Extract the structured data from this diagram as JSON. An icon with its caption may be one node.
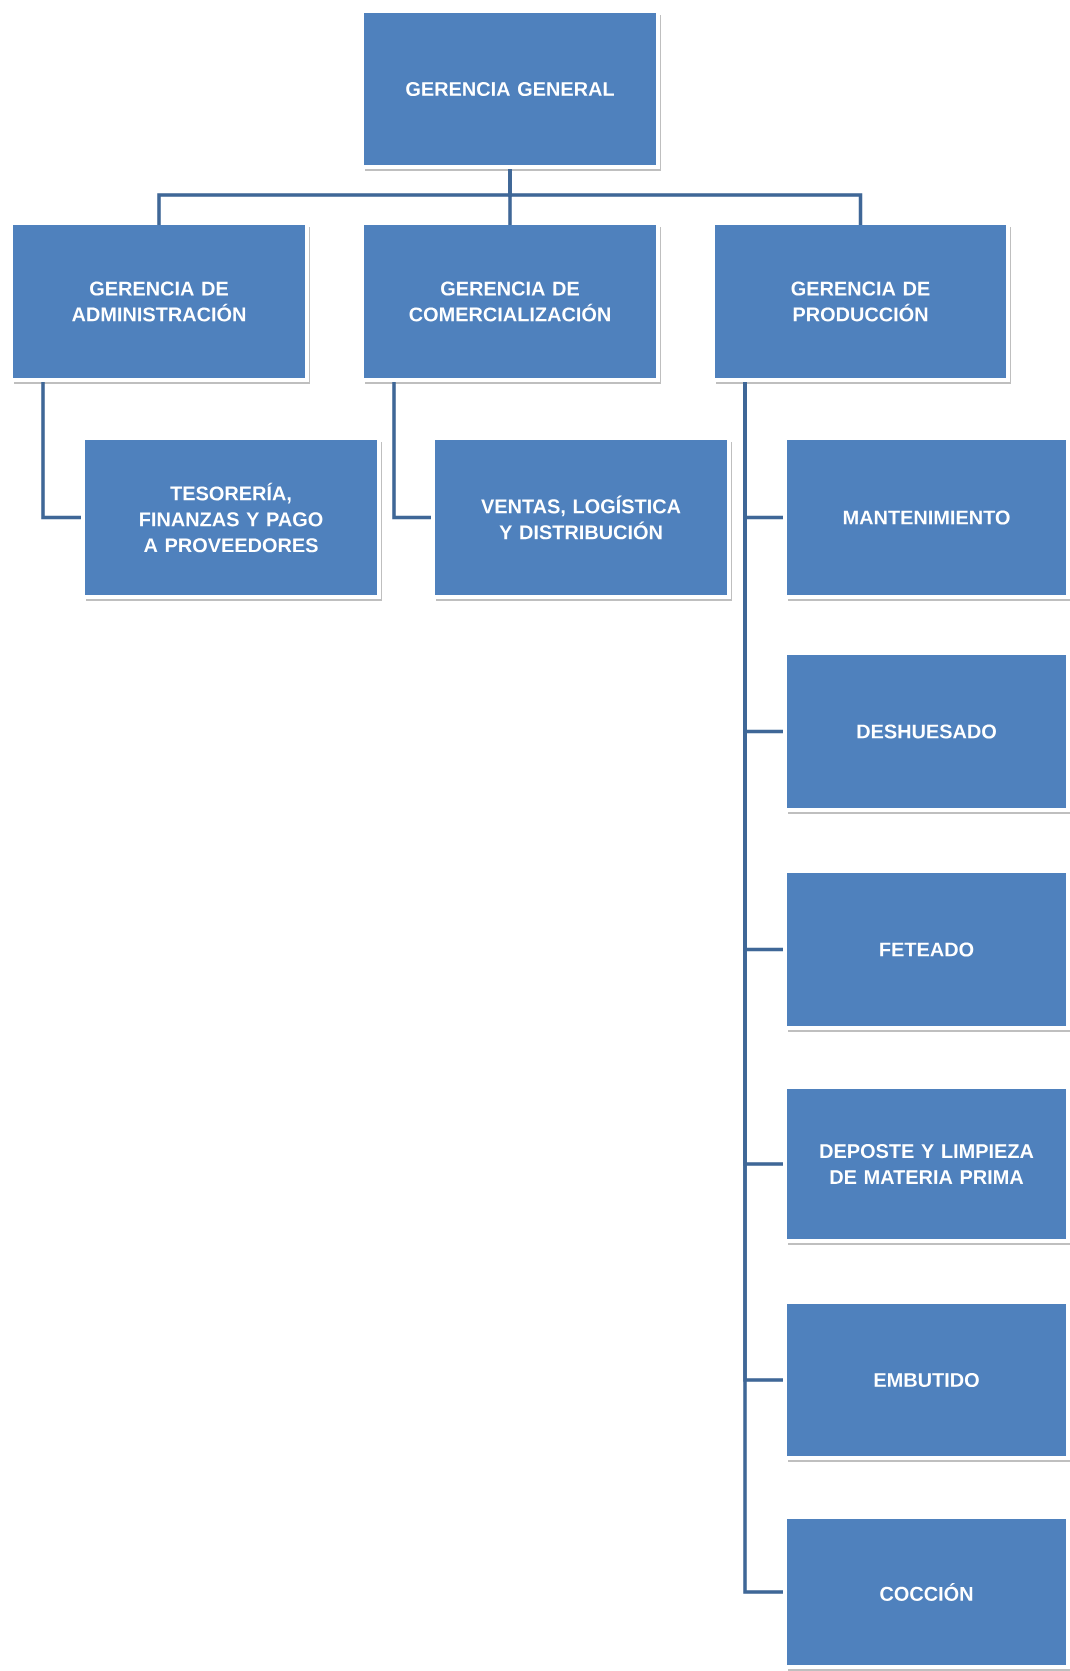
{
  "diagram": {
    "nodes": [
      {
        "text": [
          "GERENCIA GENERAL"
        ]
      },
      {
        "text": [
          "GERENCIA DE ADMINISTRACIÓN"
        ]
      },
      {
        "text": [
          "GERENCIA DE COMERCIALIZACIÓN"
        ]
      },
      {
        "text": [
          "GERENCIA DE PRODUCCIÓN"
        ]
      },
      {
        "text": [
          "TESORERÍA, FINANZAS Y PAGO A PROVEEDORES"
        ]
      },
      {
        "text": [
          "VENTAS, LOGÍSTICA Y DISTRIBUCIÓN"
        ]
      },
      {
        "text": [
          "MANTENIMIENTO"
        ]
      },
      {
        "text": [
          "DESHUESADO"
        ]
      },
      {
        "text": [
          "FETEADO"
        ]
      },
      {
        "text": [
          "DEPOSTE Y LIMPIEZA DE MATERIA PRIMA"
        ]
      },
      {
        "text": [
          "EMBUTIDO"
        ]
      },
      {
        "text": [
          "COCCIÓN"
        ]
      }
    ],
    "edges": [
      {
        "from": 0,
        "to": 1,
        "arrow": "none"
      },
      {
        "from": 0,
        "to": 2,
        "arrow": "none"
      },
      {
        "from": 0,
        "to": 3,
        "arrow": "none"
      },
      {
        "from": 1,
        "to": 4,
        "arrow": "none"
      },
      {
        "from": 2,
        "to": 5,
        "arrow": "none"
      },
      {
        "from": 3,
        "to": 6,
        "arrow": "none"
      },
      {
        "from": 3,
        "to": 7,
        "arrow": "none"
      },
      {
        "from": 3,
        "to": 8,
        "arrow": "none"
      },
      {
        "from": 3,
        "to": 9,
        "arrow": "none"
      },
      {
        "from": 3,
        "to": 10,
        "arrow": "none"
      },
      {
        "from": 3,
        "to": 11,
        "arrow": "none"
      }
    ]
  }
}
